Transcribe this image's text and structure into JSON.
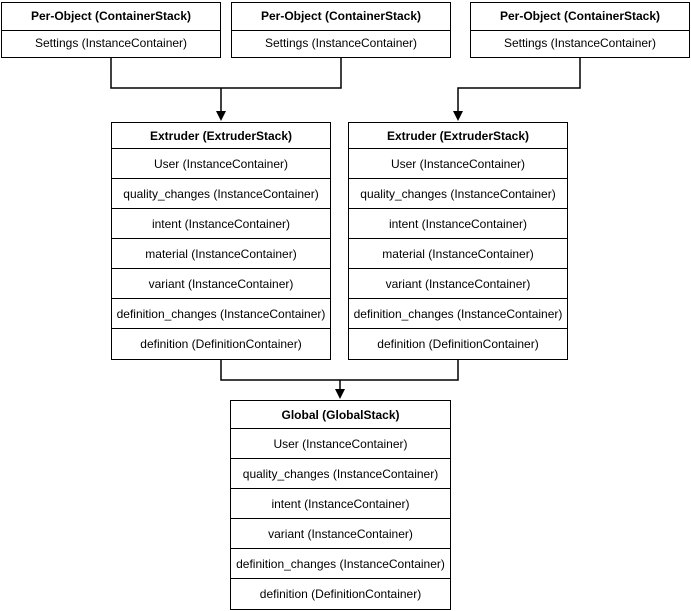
{
  "colors": {
    "border": "#000000",
    "background": "#ffffff",
    "text": "#000000"
  },
  "per_object_stacks": [
    {
      "title": "Per-Object (ContainerStack)",
      "rows": [
        "Settings (InstanceContainer)"
      ]
    },
    {
      "title": "Per-Object (ContainerStack)",
      "rows": [
        "Settings (InstanceContainer)"
      ]
    },
    {
      "title": "Per-Object (ContainerStack)",
      "rows": [
        "Settings (InstanceContainer)"
      ]
    }
  ],
  "extruder_stacks": [
    {
      "title": "Extruder (ExtruderStack)",
      "rows": [
        "User (InstanceContainer)",
        "quality_changes (InstanceContainer)",
        "intent (InstanceContainer)",
        "material (InstanceContainer)",
        "variant (InstanceContainer)",
        "definition_changes (InstanceContainer)",
        "definition (DefinitionContainer)"
      ]
    },
    {
      "title": "Extruder (ExtruderStack)",
      "rows": [
        "User (InstanceContainer)",
        "quality_changes (InstanceContainer)",
        "intent (InstanceContainer)",
        "material (InstanceContainer)",
        "variant (InstanceContainer)",
        "definition_changes (InstanceContainer)",
        "definition (DefinitionContainer)"
      ]
    }
  ],
  "global_stack": {
    "title": "Global (GlobalStack)",
    "rows": [
      "User (InstanceContainer)",
      "quality_changes (InstanceContainer)",
      "intent (InstanceContainer)",
      "variant (InstanceContainer)",
      "definition_changes (InstanceContainer)",
      "definition (DefinitionContainer)"
    ]
  }
}
